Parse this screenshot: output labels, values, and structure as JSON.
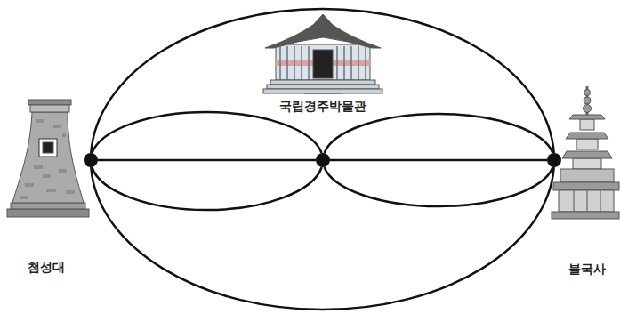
{
  "diagram": {
    "nodes": [
      {
        "text": [
          "첨성대"
        ]
      },
      {
        "text": [
          "국립경주박물관"
        ]
      },
      {
        "text": [
          "불국사"
        ]
      }
    ],
    "edges": [
      {
        "from": 0,
        "to": 1,
        "arrow": "none"
      },
      {
        "from": 0,
        "to": 1,
        "arrow": "none"
      },
      {
        "from": 0,
        "to": 1,
        "arrow": "none"
      },
      {
        "from": 1,
        "to": 2,
        "arrow": "none"
      },
      {
        "from": 1,
        "to": 2,
        "arrow": "none"
      },
      {
        "from": 1,
        "to": 2,
        "arrow": "none"
      },
      {
        "from": 0,
        "to": 2,
        "arrow": "none"
      },
      {
        "from": 0,
        "to": 2,
        "arrow": "none"
      }
    ]
  }
}
